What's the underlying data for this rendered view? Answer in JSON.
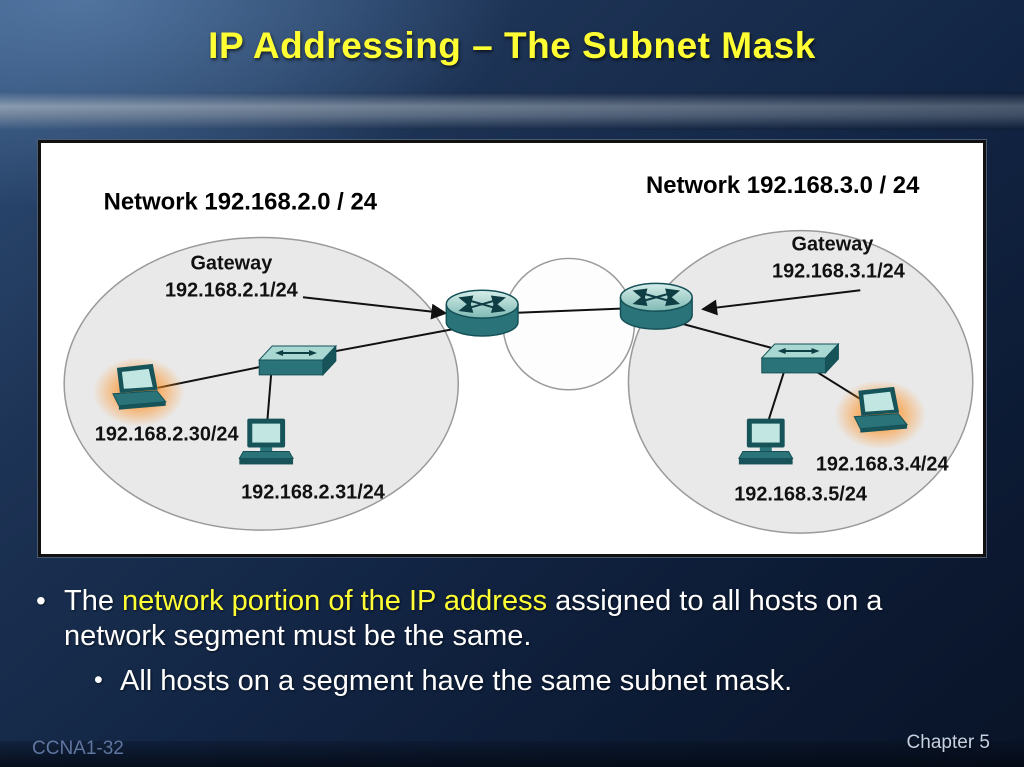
{
  "slide": {
    "title": "IP Addressing – The Subnet Mask",
    "footer_left": "CCNA1-32",
    "footer_right": "Chapter 5"
  },
  "diagram": {
    "network_left": {
      "label": "Network 192.168.2.0 / 24",
      "gateway_name": "Gateway",
      "gateway_ip": "192.168.2.1/24",
      "laptop_ip": "192.168.2.30/24",
      "workstation_ip": "192.168.2.31/24"
    },
    "network_right": {
      "label": "Network 192.168.3.0 / 24",
      "gateway_name": "Gateway",
      "gateway_ip": "192.168.3.1/24",
      "laptop_ip": "192.168.3.4/24",
      "workstation_ip": "192.168.3.5/24"
    }
  },
  "bullets": {
    "bullet_char": "•",
    "b1_pre": "The ",
    "b1_highlight": "network portion of the IP address",
    "b1_post": " assigned to all hosts on a network segment must be the same.",
    "b2": "All hosts on a segment have the same subnet mask."
  },
  "colors": {
    "title_text": "#ffff33",
    "highlight_text": "#ffff33",
    "body_text": "#ffffff"
  }
}
